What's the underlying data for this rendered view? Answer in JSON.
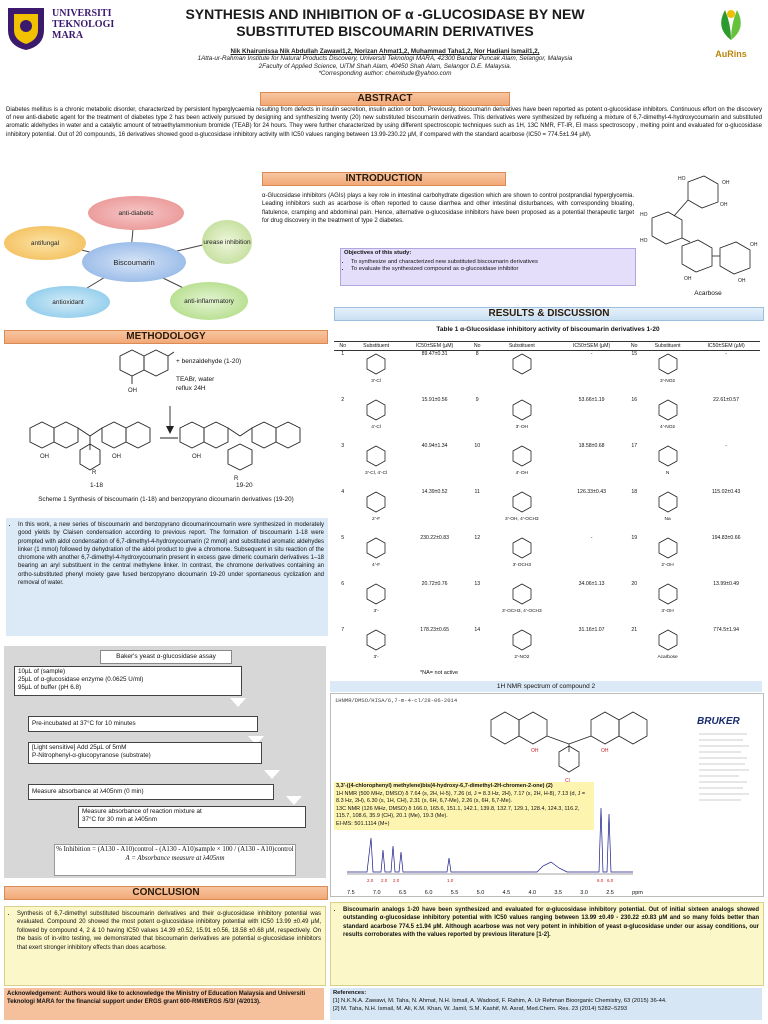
{
  "header": {
    "title_line1": "SYNTHESIS AND INHIBITION OF α -GLUCOSIDASE BY NEW",
    "title_line2": "SUBSTITUTED BISCOUMARIN DERIVATIVES",
    "authors": "Nik Khairunissa Nik Abdullah Zawawi1,2, Norizan Ahmat1,2, Muhammad Taha1,2, Nor Hadiani Ismail1,2,",
    "affil1": "1Atta-ur-Rahman Institute for Natural Products Discovery, Universiti Teknologi MARA, 42300 Bandar Puncak Alam, Selangor, Malaysia",
    "affil2": "2Faculty of Applied Science, UiTM Shah Alam, 40450 Shah Alam, Selangor D.E. Malaysia.",
    "corresponding": "*Corresponding author: chemitude@yahoo.com",
    "logo_left_text": "UNIVERSITI TEKNOLOGI MARA",
    "logo_right_text": "AuRins"
  },
  "abstract": {
    "heading": "ABSTRACT",
    "text": "Diabetes mellitus is a chronic metabolic disorder, characterized by persistent hyperglycaemia resulting from defects in insulin secretion, insulin action or both. Previously, biscoumarin derivatives have been reported as potent α-glucosidase inhibitors. Continuous effort on the discovery of new anti-diabetic agent for the treatment of diabetes type 2 has been actively pursued by designing and synthesizing twenty (20) new substituted biscoumarin derivatives. This derivatives were synthesized by refluxing a mixture of 6,7-dimethyl-4-hydroxycoumarin and substituted aromatic aldehydes in water and a catalytic amount of tetraethylammonium bromide (TEAB) for 24 hours. They were further characterized by using different spectroscopic techniques such as 1H, 13C NMR, FT-IR, EI mass spectroscopy , melting point and evaluated for α-glucosidase inhibitory potential. Out of 20 compounds, 16 derivatives showed good α-glucosidase inhibitory activity with IC50 values ranging between 13.99-230.22 µM, if compared with the standard acarbose (IC50 = 774.5±1.94 µM)."
  },
  "introduction": {
    "heading": "INTRODUCTION",
    "bubbles": [
      "anti-diabetic",
      "antifungal",
      "Biscoumarin",
      "urease inhibition",
      "antioxidant",
      "anti-inflammatory"
    ],
    "text": "α-Glucosidase inhibitors (AGIs) plays a key role in intestinal carbohydrate digestion which are shown to control postprandial hyperglycemia. Leading inhibitors such as acarbose is often reported to cause diarrhea and other intestinal disturbances, with corresponding bloating, flatulence, cramping and abdominal pain. Hence, alternative α-glucosidase inhibitors have been proposed as a potential therapeutic target for drug discovery in the treatment of type 2 diabetes.",
    "objectives_title": "Objectives of this study:",
    "objectives": [
      "To synthesize and characterized new substituted biscoumarin derivatives",
      "To evaluate the synthesized compound as α-glucosidase inhibitor"
    ],
    "acarbose_label": "Acarbose"
  },
  "methodology": {
    "heading": "METHODOLOGY",
    "reagent1": "+ benzaldehyde (1-20)",
    "reagent2": "TEABr, water",
    "reagent3": "reflux 24H",
    "label_118": "1-18",
    "label_1920": "19-20",
    "scheme_caption": "Scheme 1 Synthesis of biscoumarin (1-18) and benzopyrano dicoumarin derivatives (19-20)",
    "text": "In this work, a new series of biscoumarin and benzopyrano dicoumarincoumarin were synthesized in moderately good yields by Claisen condensation according to previous report. The formation of biscoumarin 1-18 were prompted with aldol condensation of 6,7-dimethyl-4-hydroxycoumarin (2 mmol) and substituted aromatic aldehydes linker (1 mmol) followed by dehydration of the aldol product to give a chromone. Subsequent in situ reaction of the chromone with another 6,7-dimethyl-4-hydroxycoumarin present in excess gave dimeric coumarin derivatives 1–18 bearing an aryl substituent in the central methylene linker. In contrast, the chromone derivatives containing an ortho-substituted phenyl moiety gave fused benzopyrano dicoumarin 19-20 under spontaneous cyclization and removal of water."
  },
  "assay": {
    "title": "Baker's yeast α-glucosidase assay",
    "step1": [
      "10µL of (sample)",
      "25µL of α-glucosidase enzyme (0.0625 U/ml)",
      "95µL of buffer (pH 6.8)"
    ],
    "step2": "Pre-incubated at 37°C for 10 minutes",
    "step3": [
      "[Light sensitive]    Add 25µL of 5mM",
      "P-Nitrophenyl-α-glucopyranose (substrate)"
    ],
    "step4": "Measure absorbance at λ405nm (0 min)",
    "step5": [
      "Measure absorbance of reaction mixture at",
      "37°C for 30 min at λ405nm"
    ],
    "formula": "% Inhibition = (A130 - A10)control - (A130 - A10)sample × 100 / (A130 - A10)control",
    "formula_note": "A = Absorbance measure at λ405nm"
  },
  "conclusion": {
    "heading": "CONCLUSION",
    "text": "Synthesis of 6,7-dimethyl substituted biscoumarin derivatives and their α-glucosidase inhibitory potential was evaluated. Compound 20 showed the most potent α-glucosidase inhibitory potential with IC50 13.99 ±0.49 µM, followed by compound 4, 2 & 10 having IC50 values 14.39 ±0.52, 15.91 ±0.56, 18.58 ±0.68 µM, respectively. On the basis of in-vitro testing, we demonstrated that biscoumarin derivatives are potential α-glucosidase inhibitors that exert stronger inhibitory effects than does acarbose."
  },
  "acknowledgement": {
    "text": "Acknowledgement: Authors would like to acknowledge the Ministry of Education Malaysia and Universiti Teknologi MARA for the financial support under ERGS grant 600-RMI/ERGS /5/3/ (4/2013)."
  },
  "results": {
    "heading": "RESULTS & DISCUSSION",
    "table_title": "Table 1 α-Glucosidase inhibitory activity of biscoumarin derivatives 1-20",
    "columns": [
      "No",
      "Substituent",
      "IC50±SEM (µM)",
      "No",
      "Substituent",
      "IC50±SEM (µM)",
      "No",
      "Substituent",
      "IC50±SEM (µM)"
    ],
    "rows": [
      [
        "1",
        "3'-Cl",
        "89.47±0.31",
        "8",
        "",
        "-",
        "15",
        "3'-NO2",
        "-"
      ],
      [
        "2",
        "4'-Cl",
        "15.91±0.56",
        "9",
        "3'-OH",
        "53.66±1.19",
        "16",
        "4'-NO2",
        "22.61±0.57"
      ],
      [
        "3",
        "3'-Cl, 4'-Cl",
        "40.94±1.34",
        "10",
        "4'-OH",
        "18.58±0.68",
        "17",
        "N",
        "-"
      ],
      [
        "4",
        "2'-F",
        "14.39±0.52",
        "11",
        "3'-OH, 4'-OCH3",
        "126.33±0.43",
        "18",
        "Na",
        "115.02±0.43"
      ],
      [
        "5",
        "4'-F",
        "230.22±0.83",
        "12",
        "3'-OCH3",
        "-",
        "19",
        "2'-OH",
        "194.83±0.66"
      ],
      [
        "6",
        "3'-",
        "20.72±0.76",
        "13",
        "3'-OCH3, 4'-OCH3",
        "34.06±1.13",
        "20",
        "3'-OH",
        "13.99±0.49"
      ],
      [
        "7",
        "3'-",
        "178.23±0.65",
        "14",
        "2'-NO2",
        "31.16±1.07",
        "21",
        "Acarbose",
        "774.5±1.94"
      ]
    ],
    "table_note": "*NA= not active",
    "nmr_title": "1H NMR spectrum of compound 2",
    "nmr_header": "1HNMR/DMSO/HISA/6,7-m-4-cl/28-06-2014",
    "nmr_brand": "BRUKER",
    "nmr_compound": "3,3'-((4-chlorophenyl) methylene)bis(4-hydroxy-6,7-dimethyl-2H-chromen-2-one) (2)",
    "nmr_h": "1H NMR (500 MHz, DMSO) δ 7.64 (s, 2H, H-5), 7.26 (d, J = 8.3 Hz, 2H), 7.17 (s, 2H, H-8), 7.13 (d, J = 8.3 Hz, 2H), 6.30 (s, 1H, CH), 2.31 (s, 6H, 6,7-Me), 2.26 (s, 6H, 6,7-Me).",
    "nmr_c": "13C NMR (126 MHz, DMSO) δ 166.0, 165.6, 151.1, 142.1, 139.8, 132.7, 129.1, 128.4, 124.3, 116.2, 115.7, 108.6, 35.9 (CH), 20.1 (Me), 19.3 (Me).",
    "nmr_ms": "EI-MS: 501.1114 (M+)",
    "nmr_axis": [
      "7.5",
      "7.0",
      "6.5",
      "6.0",
      "5.5",
      "5.0",
      "4.5",
      "4.0",
      "3.5",
      "3.0",
      "2.5",
      "ppm"
    ],
    "summary": "Biscoumarin analogs 1-20 have been synthesized and evaluated for α-glucosidase inhibitory potential. Out of initial sixteen analogs showed outstanding α-glucosidase inhibitory potential with IC50 values ranging between 13.99 ±0.49 - 230.22 ±0.83 µM and so many folds better than standard acarbose 774.5 ±1.94 µM. Although acarbose was not very potent in inhibition of yeast α-glucosidase under our assay conditions, our results corroborates with the values reported by previous literature [1-2]."
  },
  "references": {
    "title": "References:",
    "items": [
      "[1] N.K.N.A. Zawawi, M. Taha, N. Ahmat, N.H. Ismail, A. Wadood, F. Rahim, A. Ur Rehman Bioorganic Chemistry, 63 (2015) 36-44.",
      "[2] M. Taha, N.H. Ismail, M. Ali, K.M. Khan, W. Jamil, S.M. Kashif, M. Asraf, Med.Chem. Res. 23 (2014) 5282–5293"
    ]
  },
  "colors": {
    "section_bar": "#f2a977",
    "method_bg": "#dceaf7",
    "conclusion_bg": "#fbf7c8",
    "objective_bg": "#e4defa",
    "ack_bg": "#f5c19c"
  }
}
